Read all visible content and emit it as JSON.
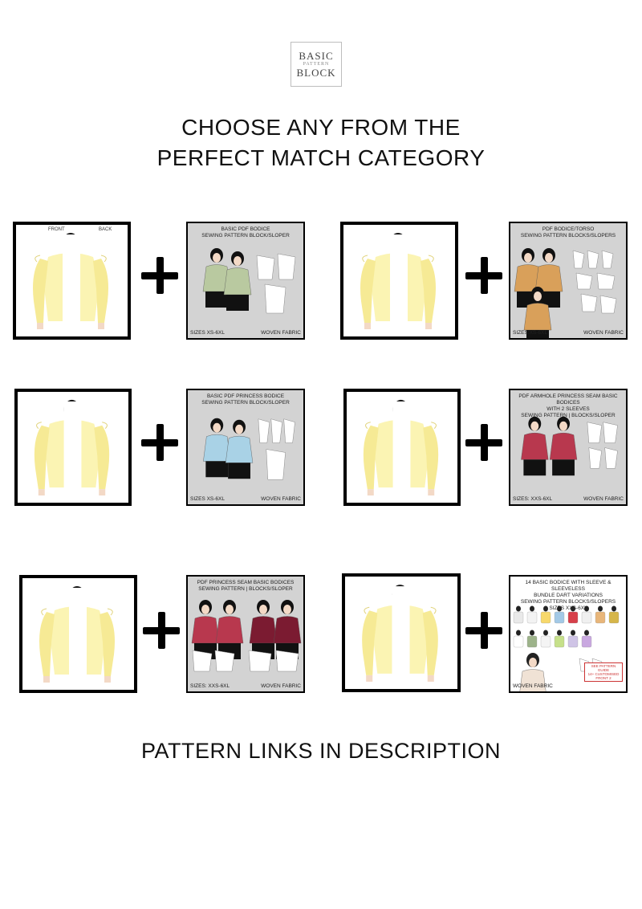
{
  "logo": {
    "line1": "BASIC",
    "line2": "PATTERN",
    "line3": "BLOCK"
  },
  "headline": {
    "line1": "CHOOSE ANY FROM THE",
    "line2": "PERFECT MATCH CATEGORY"
  },
  "model_labels": {
    "front": "FRONT",
    "back": "BACK"
  },
  "cards": [
    {
      "title": "BASIC PDF  BODICE\nSEWING PATTERN BLOCK/SLOPER",
      "sizes": "SIZES XS-6XL",
      "fabric": "WOVEN FABRIC",
      "color": "#b9c9a0"
    },
    {
      "title": "PDF BODICE/TORSO\nSEWING PATTERN BLOCKS/SLOPERS",
      "sizes": "SIZES:XS-6XL",
      "fabric": "WOVEN FABRIC",
      "color": "#d9a05a"
    },
    {
      "title": "BASIC PDF PRINCESS  BODICE\nSEWING PATTERN BLOCK/SLOPER",
      "sizes": "SIZES XS-6XL",
      "fabric": "WOVEN FABRIC",
      "color": "#a9d2e6"
    },
    {
      "title": "PDF ARMHOLE PRINCESS SEAM BASIC BODICES\nWITH 2 SLEEVES\nSEWING PATTERN | BLOCKS/SLOPER",
      "sizes": "SIZES: XXS-6XL",
      "fabric": "WOVEN FABRIC",
      "color": "#b8384e"
    },
    {
      "title": "PDF PRINCESS SEAM BASIC BODICES\nSEWING PATTERN | BLOCKS/SLOPER",
      "sizes": "SIZES: XXS-6XL",
      "fabric": "WOVEN FABRIC",
      "color": "#b8384e"
    },
    {
      "title": "14 BASIC BODICE WITH SLEEVE & SLEEVELESS\nBUNDLE DART VARIATIONS\nSEWING PATTERN BLOCKS/SLOPERS\nSIZES XXS-6XL",
      "sizes": "",
      "fabric": "WOVEN FABRIC",
      "color": "#ffffff"
    }
  ],
  "bundle_tag": {
    "line1": "SEE PATTERN GUIDE",
    "line2": "14+ CUSTOMISED",
    "line3": "FRONT 2"
  },
  "footer": "PATTERN LINKS IN DESCRIPTION"
}
